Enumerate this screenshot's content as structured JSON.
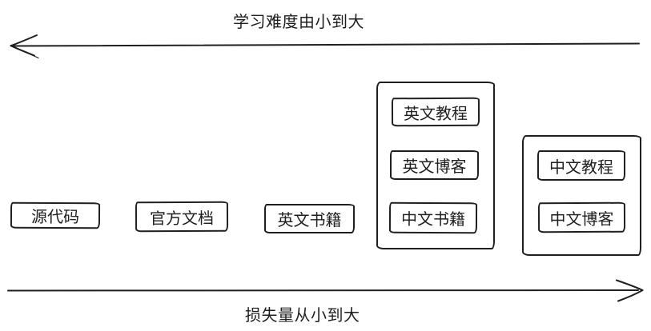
{
  "colors": {
    "ink": "#1f1f1f",
    "background": "#ffffff"
  },
  "axes": {
    "top": {
      "label": "学习难度由小到大",
      "direction": "left"
    },
    "bottom": {
      "label": "损失量从小到大",
      "direction": "right"
    }
  },
  "standalone_boxes": [
    {
      "label": "源代码"
    },
    {
      "label": "官方文档"
    },
    {
      "label": "英文书籍"
    }
  ],
  "groups": [
    {
      "items": [
        {
          "label": "英文教程"
        },
        {
          "label": "英文博客"
        },
        {
          "label": "中文书籍"
        }
      ]
    },
    {
      "items": [
        {
          "label": "中文教程"
        },
        {
          "label": "中文博客"
        }
      ]
    }
  ]
}
